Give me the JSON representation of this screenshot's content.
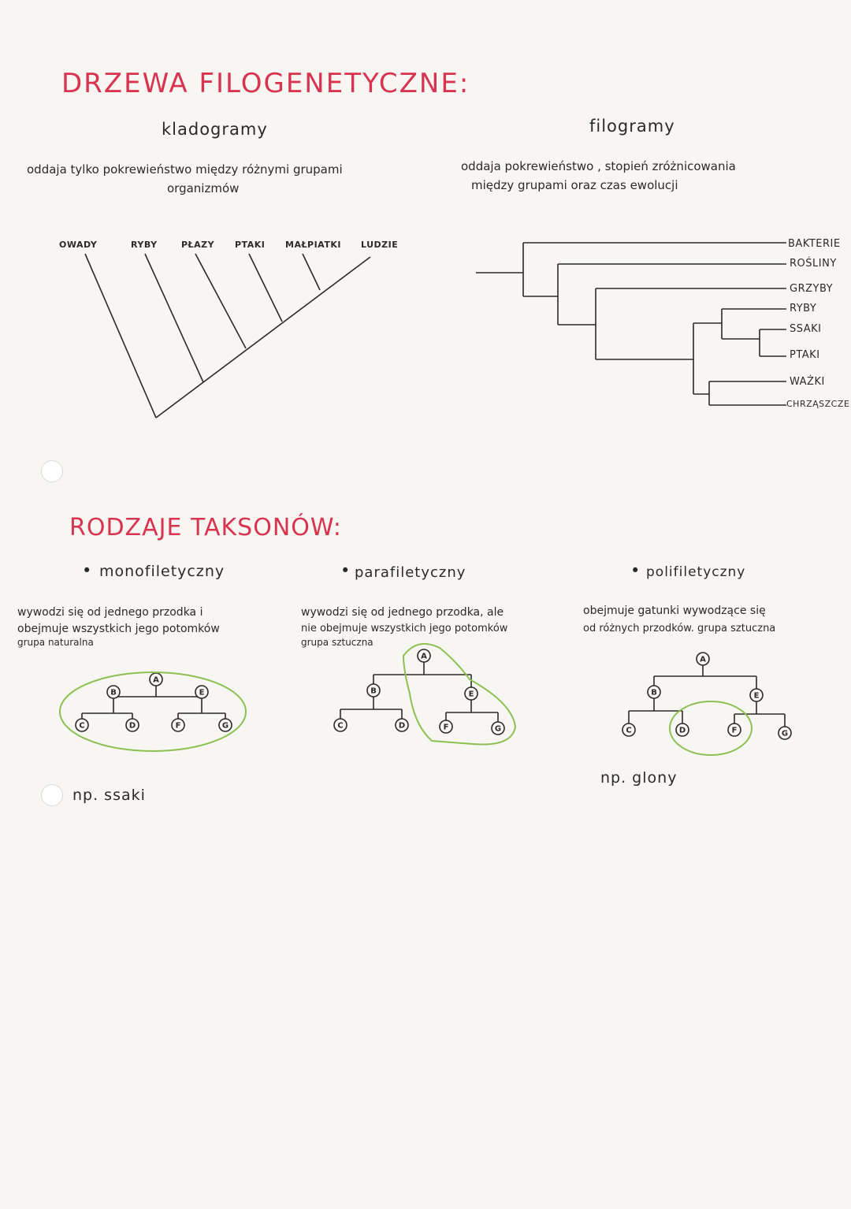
{
  "title": "DRZEWA FILOGENETYCZNE:",
  "kladogramy": {
    "heading": "kladogramy",
    "desc_line1": "oddaja tylko pokrewieństwo między różnymi grupami",
    "desc_line2": "organizmów",
    "labels": [
      "OWADY",
      "RYBY",
      "PŁAZY",
      "PTAKI",
      "MAŁPIATKI",
      "LUDZIE"
    ]
  },
  "filogramy": {
    "heading": "filogramy",
    "desc_line1": "oddaja pokrewieństwo , stopień zróżnicowania",
    "desc_line2": "między grupami oraz czas ewolucji",
    "labels": [
      "BAKTERIE",
      "ROŚLINY",
      "GRZYBY",
      "RYBY",
      "SSAKI",
      "PTAKI",
      "WAŻKI",
      "CHRZĄSZCZE"
    ]
  },
  "taxa": {
    "title": "RODZAJE TAKSONÓW:",
    "mono": {
      "heading": "monofiletyczny",
      "desc_line1": "wywodzi się od jednego przodka i",
      "desc_line2": "obejmuje wszystkich jego potomków",
      "desc_line3": "grupa naturalna",
      "example": "np. ssaki"
    },
    "para": {
      "heading": "parafiletyczny",
      "desc_line1": "wywodzi się od jednego przodka, ale",
      "desc_line2": "nie obejmuje wszystkich jego potomków",
      "desc_line3": "grupa sztuczna"
    },
    "poli": {
      "heading": "polifiletyczny",
      "desc_line1": "obejmuje gatunki wywodzące się",
      "desc_line2": "od różnych przodków. grupa sztuczna",
      "example": "np. glony"
    },
    "node_letters": [
      "A",
      "B",
      "C",
      "D",
      "E",
      "F",
      "G"
    ]
  },
  "colors": {
    "title_red": "#d8344f",
    "ink": "#2a2a2a",
    "circle_green": "#8cc152"
  }
}
